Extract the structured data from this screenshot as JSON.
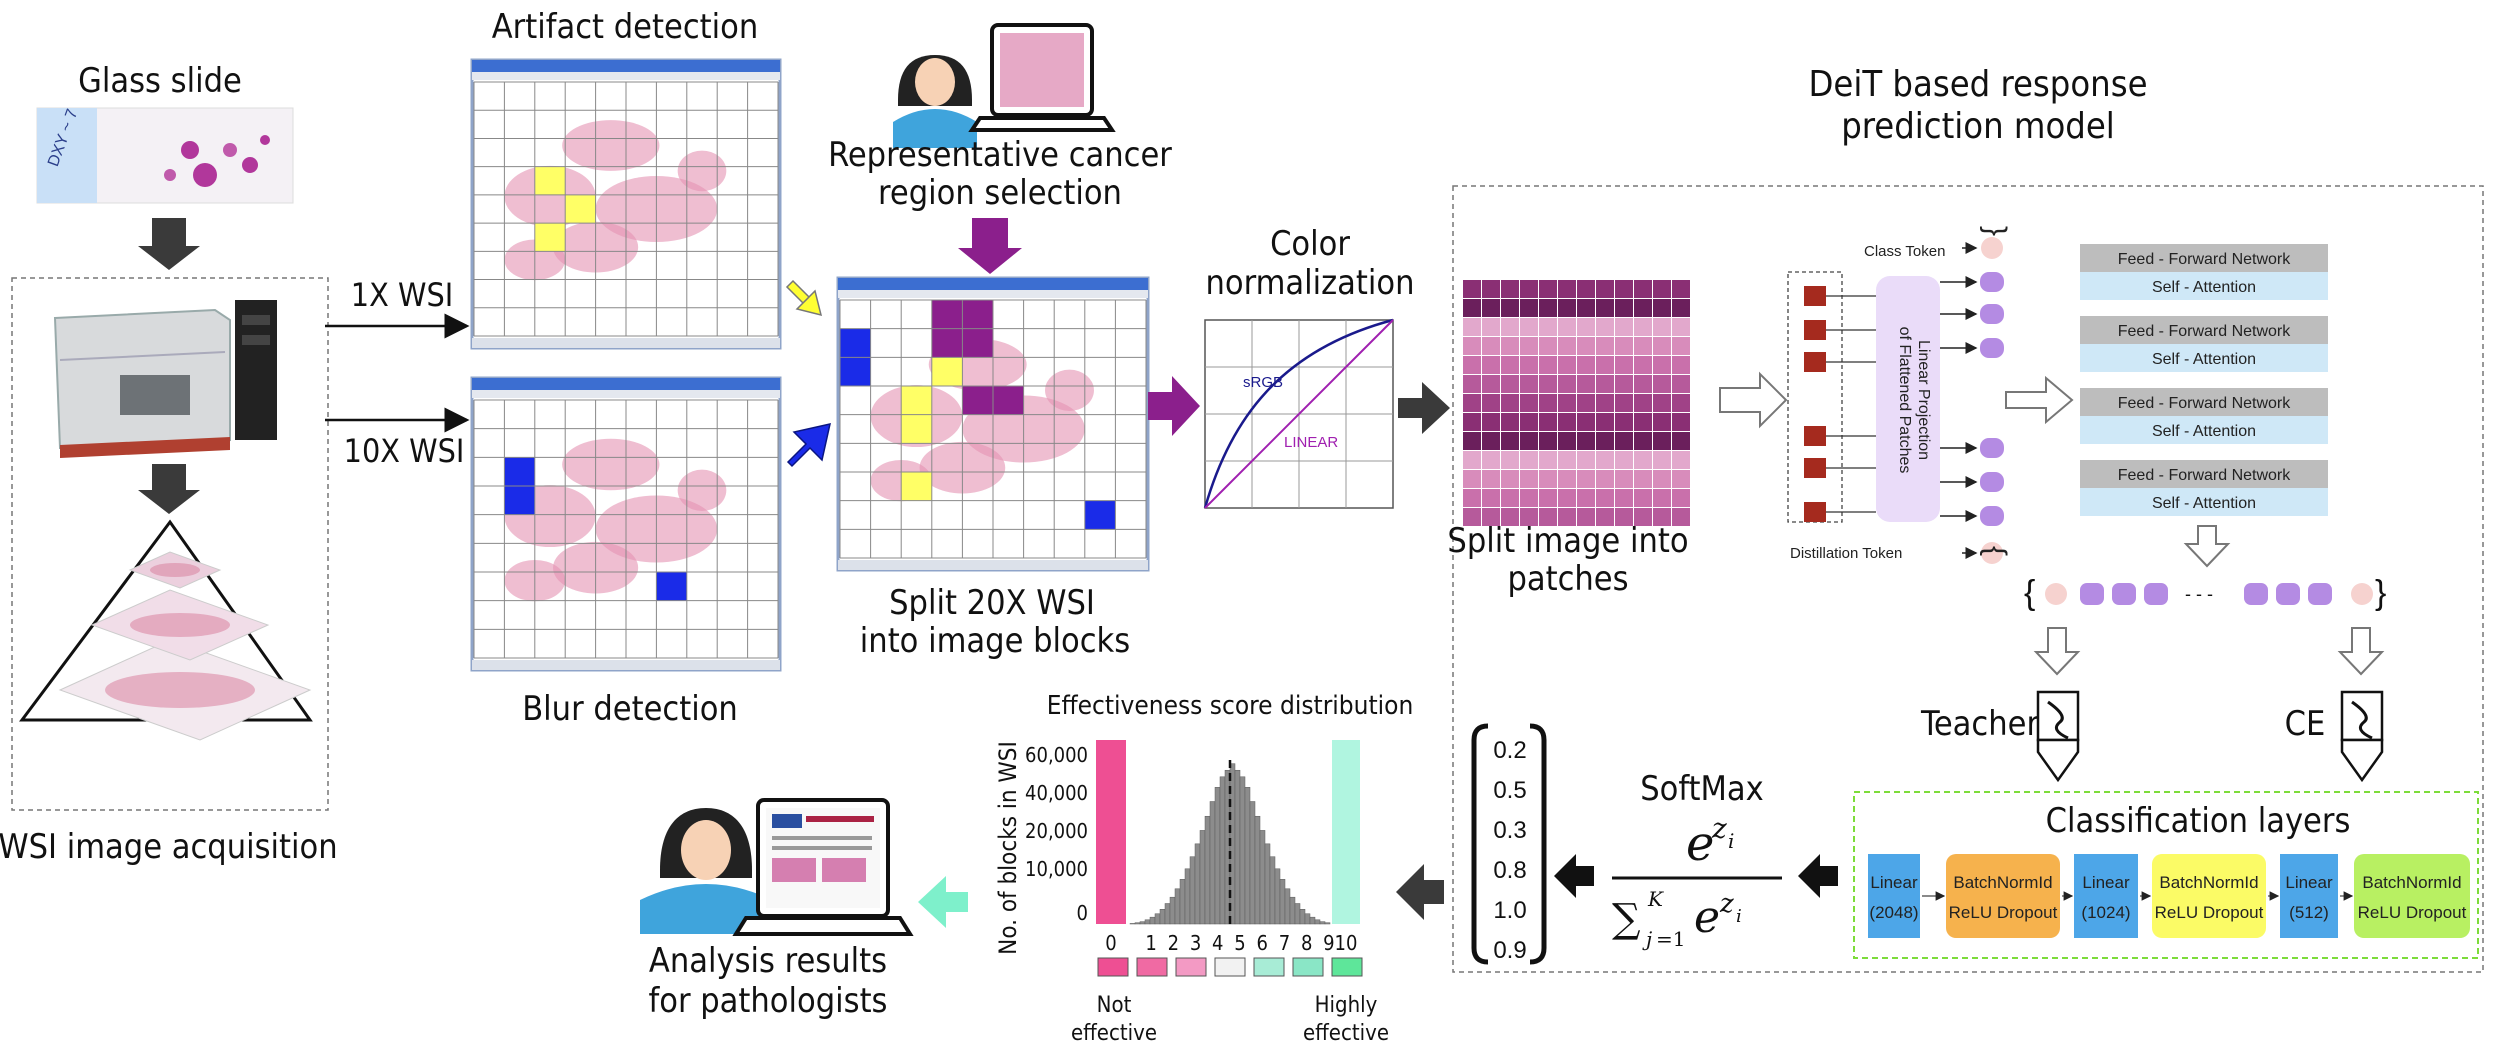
{
  "labels": {
    "glass_slide": "Glass slide",
    "wsi_acquisition": "WSI image acquisition",
    "artifact_detection": "Artifact detection",
    "blur_detection": "Blur detection",
    "wsi_1x": "1X WSI",
    "wsi_10x": "10X WSI",
    "rep_region_1": "Representative cancer",
    "rep_region_2": "region selection",
    "split_blocks_1": "Split 20X WSI",
    "split_blocks_2": "into image blocks",
    "color_norm_1": "Color",
    "color_norm_2": "normalization",
    "srgb": "sRGB",
    "linear": "LINEAR",
    "deit_title_1": "DeiT based response",
    "deit_title_2": "prediction model",
    "split_patches_1": "Split image into",
    "split_patches_2": "patches",
    "class_token": "Class Token",
    "distillation_token": "Distillation Token",
    "linear_projection_1": "Linear Projection",
    "linear_projection_2": "of Flattened Patches",
    "ffn": "Feed - Forward Network",
    "self_attention": "Self - Attention",
    "teacher": "Teacher",
    "ce": "CE",
    "classification_layers": "Classification layers",
    "softmax": "SoftMax",
    "analysis_1": "Analysis results",
    "analysis_2": "for pathologists",
    "ellipsis": "- - -",
    "brace_open": "{",
    "brace_close": "}"
  },
  "classification": [
    {
      "l1": "Linear",
      "l2": "(2048)"
    },
    {
      "l1": "BatchNormId",
      "l2": "ReLU Dropout"
    },
    {
      "l1": "Linear",
      "l2": "(1024)"
    },
    {
      "l1": "BatchNormId",
      "l2": "ReLU Dropout"
    },
    {
      "l1": "Linear",
      "l2": "(512)"
    },
    {
      "l1": "BatchNormId",
      "l2": "ReLU Dropout"
    }
  ],
  "softmax_outputs": [
    "0.2",
    "0.5",
    "0.3",
    "0.8",
    "1.0",
    "0.9"
  ],
  "colors": {
    "yellow": "#ffff66",
    "blue": "#1a2be8",
    "purple": "#8b1f8c",
    "dark_arrow": "#3a3a3a",
    "ffn_gray": "#bdbdbd",
    "attention_blue": "#cfe8f7",
    "token_purple": "#b48be3",
    "token_pink": "#f6d2cf",
    "patch_red": "#a52a1e",
    "proj_lavender": "#eadcf9",
    "linear_blue": "#4da6e8",
    "bn_orange": "#f6b24d",
    "bn_yellow": "#fbfb66",
    "bn_green": "#b8f062",
    "cls_border": "#7ddc3a"
  },
  "chart_data": {
    "type": "bar",
    "title": "Effectiveness score distribution",
    "xlabel": "",
    "ylabel": "No. of blocks in WSI",
    "x_ticks": [
      "0",
      "1",
      "2",
      "3",
      "4",
      "5",
      "6",
      "7",
      "8",
      "9",
      "10"
    ],
    "y_ticks": [
      "0",
      "10,000",
      "20,000",
      "40,000",
      "60,000"
    ],
    "bottom_labels": [
      "Not",
      "effective",
      "Highly",
      "effective"
    ],
    "histogram": [
      200,
      500,
      900,
      1600,
      2600,
      3900,
      5600,
      7800,
      10200,
      13400,
      17000,
      21000,
      25600,
      30500,
      35600,
      41000,
      46600,
      52000,
      56000,
      58500,
      61000,
      58500,
      56000,
      52000,
      46600,
      41000,
      35600,
      30500,
      25600,
      21000,
      17000,
      13400,
      10200,
      7800,
      5600,
      3900,
      2600,
      1600,
      900,
      500
    ],
    "ylim": [
      0,
      70000
    ],
    "color_scale": [
      "#ee4f93",
      "#f06aa3",
      "#f39ac4",
      "#f2f2f2",
      "#a8ecd6",
      "#8ae6c6",
      "#5ee69a"
    ]
  }
}
